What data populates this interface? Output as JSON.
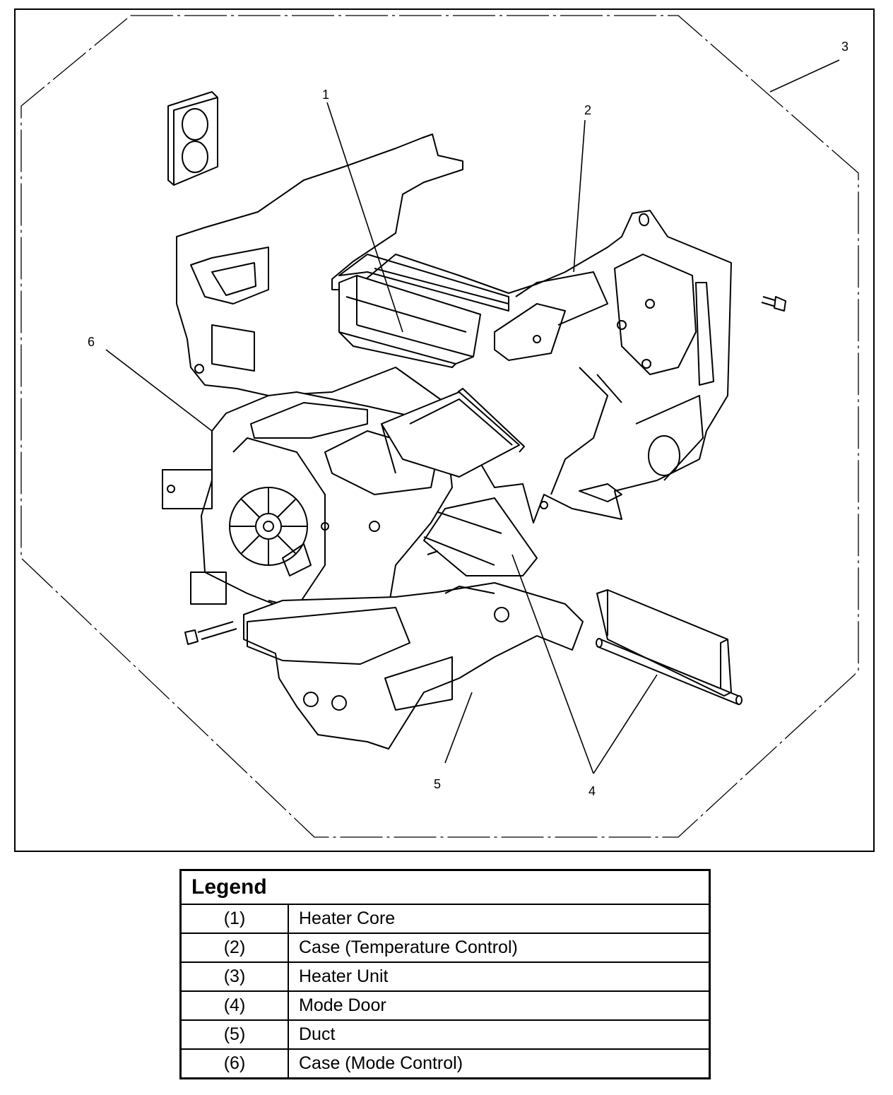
{
  "callouts": [
    "1",
    "2",
    "3",
    "4",
    "5",
    "6"
  ],
  "legend": {
    "title": "Legend",
    "rows": [
      {
        "num": "(1)",
        "desc": "Heater Core"
      },
      {
        "num": "(2)",
        "desc": "Case (Temperature Control)"
      },
      {
        "num": "(3)",
        "desc": "Heater Unit"
      },
      {
        "num": "(4)",
        "desc": "Mode Door"
      },
      {
        "num": "(5)",
        "desc": "Duct"
      },
      {
        "num": "(6)",
        "desc": "Case (Mode Control)"
      }
    ]
  }
}
